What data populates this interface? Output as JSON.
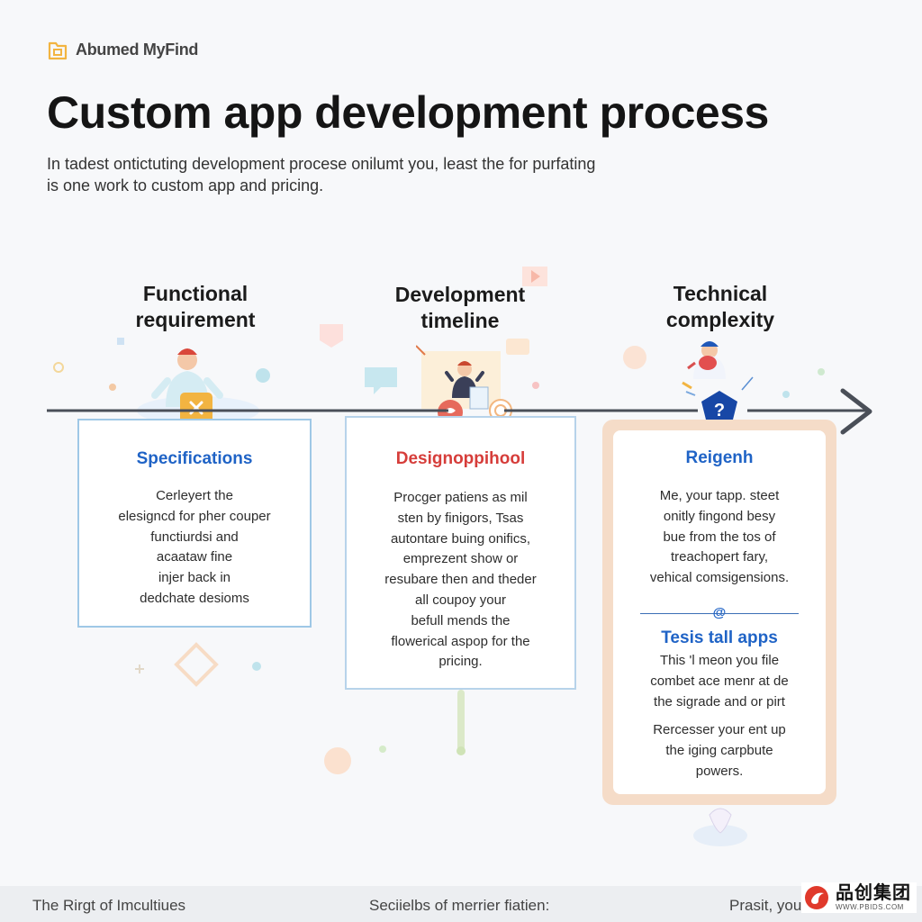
{
  "brand": {
    "name": "Abumed MyFind"
  },
  "header": {
    "title": "Custom app development process",
    "subtitle_lines": [
      "In tadest ontictuting development procese onilumt you, least the for purfating",
      "is one work to custom app and pricing."
    ]
  },
  "stages": [
    {
      "heading_lines": [
        "Functional",
        "requirement"
      ]
    },
    {
      "heading_lines": [
        "Development",
        "timeline"
      ]
    },
    {
      "heading_lines": [
        "Technical",
        "complexity"
      ]
    }
  ],
  "cards": [
    {
      "title": "Specifications",
      "body_lines": [
        "Cerleyert the",
        "elesigncd for pher couper",
        "functiurdsi and",
        "acaataw fine",
        "injer back in",
        "dedchate desioms"
      ]
    },
    {
      "title": "Designoppihool",
      "body_lines": [
        "Procger patiens as mil",
        "sten by finigors, Tsas",
        "autontare buing onifics,",
        "emprezent show or",
        "resubare then and theder",
        "all coupoy your",
        "befull mends the",
        "flowerical aspop for the",
        "pricing."
      ]
    },
    {
      "title": "Reigenh",
      "body_lines": [
        "Me, your tapp. steet",
        "onitly fingond besy",
        "bue from the tos of",
        "treachopert fary,",
        "vehical comsigensions."
      ],
      "divider_symbol": "@",
      "subtitle": "Tesis tall apps",
      "sub_body_lines": [
        "This 'l meon you file",
        "combet ace menr at de",
        "the sigrade and or pirt"
      ],
      "tail_lines": [
        "Rercesser your ent up",
        "the iging carpbute",
        "powers."
      ]
    }
  ],
  "footer": {
    "left": "The Rirgt of Imcultiues",
    "center": "Seciielbs of merrier fiatien:",
    "right": "Prasit, you",
    "logo_main": "品创集团",
    "logo_sub": "WWW.PBIDS.COM"
  },
  "icons": {
    "brand": "folder-icon",
    "card1": "close-badge-icon",
    "card3": "question-badge-icon",
    "arrow": "arrow-right-icon"
  },
  "colors": {
    "accent_blue": "#1f63c6",
    "accent_red": "#d63d3a",
    "brand_yellow": "#f2b441"
  }
}
